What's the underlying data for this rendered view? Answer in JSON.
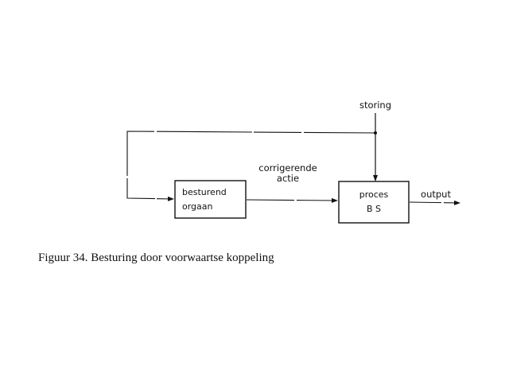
{
  "diagram": {
    "nodes": [
      {
        "id": "besturend-orgaan",
        "lines": [
          "besturend",
          "orgaan"
        ]
      },
      {
        "id": "proces",
        "lines": [
          "proces",
          "B S"
        ]
      }
    ],
    "labels": {
      "storing": "storing",
      "corrigerende_actie": [
        "corrigerende",
        "actie"
      ],
      "output": "output"
    },
    "edges": [
      {
        "from": "storing",
        "to": "proces"
      },
      {
        "from": "storing",
        "to": "besturend-orgaan",
        "via": "feedforward"
      },
      {
        "from": "besturend-orgaan",
        "to": "proces",
        "label": "corrigerende actie"
      },
      {
        "from": "proces",
        "to": "output"
      }
    ]
  },
  "caption": "Figuur 34. Besturing door voorwaartse koppeling"
}
